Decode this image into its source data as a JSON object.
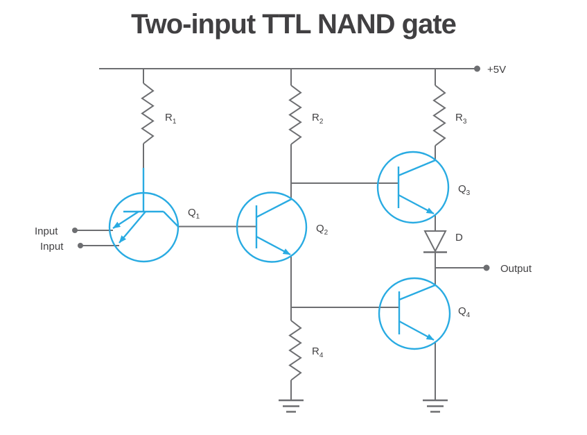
{
  "title": "Two-input TTL NAND gate",
  "colors": {
    "accent": "#29abe2",
    "wire": "#6d6e71",
    "text": "#414042",
    "background": "#ffffff"
  },
  "labels": {
    "supply": "+5V",
    "inputs": [
      "Input",
      "Input"
    ],
    "output": "Output",
    "diode": "D",
    "resistors": [
      {
        "base": "R",
        "sub": "1"
      },
      {
        "base": "R",
        "sub": "2"
      },
      {
        "base": "R",
        "sub": "3"
      },
      {
        "base": "R",
        "sub": "4"
      }
    ],
    "transistors": [
      {
        "base": "Q",
        "sub": "1"
      },
      {
        "base": "Q",
        "sub": "2"
      },
      {
        "base": "Q",
        "sub": "3"
      },
      {
        "base": "Q",
        "sub": "4"
      }
    ]
  }
}
